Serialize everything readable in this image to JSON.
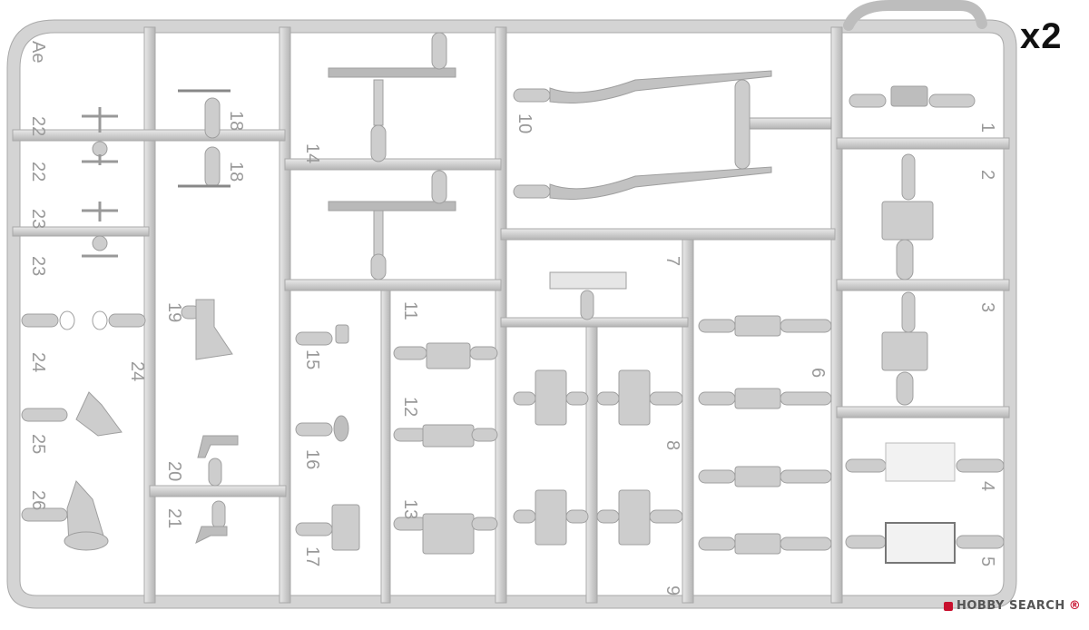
{
  "sheet": {
    "multiplier": "x2",
    "sprue_code": "Ae",
    "part_numbers": [
      "1",
      "2",
      "3",
      "4",
      "5",
      "6",
      "7",
      "8",
      "9",
      "10",
      "11",
      "12",
      "13",
      "14",
      "15",
      "16",
      "17",
      "18",
      "18",
      "19",
      "20",
      "21",
      "22",
      "22",
      "23",
      "23",
      "24",
      "24",
      "25",
      "26"
    ]
  },
  "watermark": {
    "text": "HOBBY SEARCH",
    "registered": "®"
  }
}
